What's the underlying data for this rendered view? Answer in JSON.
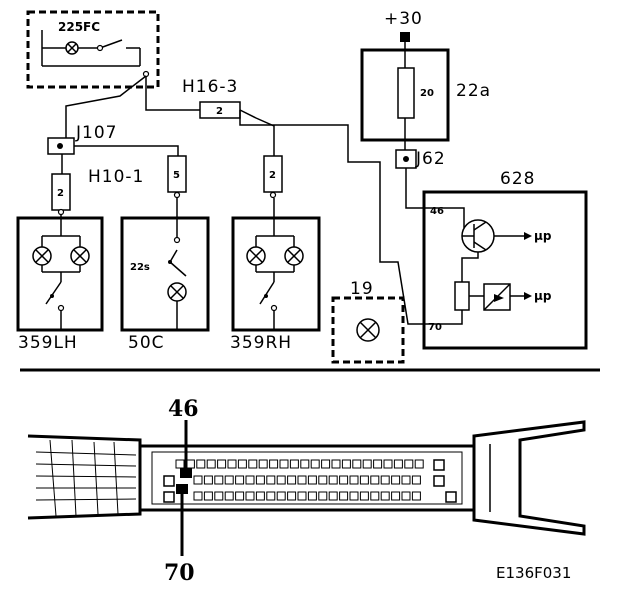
{
  "components": {
    "c225fc": "225FC",
    "h16_3": "H16-3",
    "j107": "J107",
    "h10_1": "H10-1",
    "plus30": "+30",
    "c22a": "22a",
    "j62": "J62",
    "c628": "628",
    "c359lh": "359LH",
    "c50c": "50C",
    "c359rh": "359RH",
    "c19": "19",
    "c22s": "22s"
  },
  "fuses": {
    "f20": "20",
    "f_h16_3": "2",
    "f_j107": "2",
    "f_h10_1": "5",
    "f_359rh": "2"
  },
  "pins": {
    "p46": "46",
    "p70": "70"
  },
  "signals": {
    "out1": "μp",
    "out2": "μp"
  },
  "connector": {
    "pin_top": "46",
    "pin_bottom": "70"
  },
  "figure_code": "E136F031"
}
